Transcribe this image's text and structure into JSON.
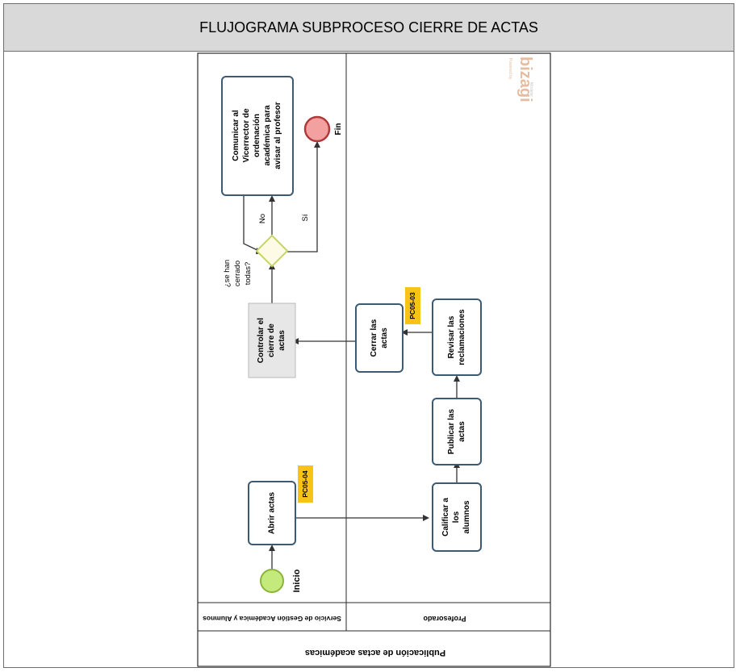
{
  "page_title": "FLUJOGRAMA SUBPROCESO CIERRE DE ACTAS",
  "pool_title": "Publicación de actas académicas",
  "lanes": {
    "servicio": "Servicio de Gestión Académica y Alumnos",
    "profesorado": "Profesorado"
  },
  "nodes": {
    "inicio": "Inicio",
    "abrir_actas": "Abrir actas",
    "abrir_badge": "PC05-04",
    "calificar": [
      "Calificar a",
      "los",
      "alumnos"
    ],
    "publicar": [
      "Publicar las",
      "actas"
    ],
    "revisar": [
      "Revisar las",
      "reclamaciones"
    ],
    "cerrar": [
      "Cerrar las",
      "actas"
    ],
    "cerrar_badge": "PC05-03",
    "controlar": [
      "Controlar el",
      "cierre de",
      "actas"
    ],
    "decision": [
      "¿se han",
      "cerrado",
      "todas?"
    ],
    "comunicar": [
      "Comunicar al",
      "Vicerrector de",
      "ordenación",
      "académica para",
      "avisar al profesor"
    ],
    "fin": "Fin"
  },
  "edge_labels": {
    "no": "No",
    "si": "Sí"
  },
  "watermark": {
    "powered": "Powered by",
    "brand": "bizagi",
    "modeler": "Modeler"
  },
  "colors": {
    "start_fill": "#c5ea7c",
    "start_stroke": "#8bb43c",
    "end_fill": "#f3a0a0",
    "end_stroke": "#b03a3a",
    "badge": "#f7c316",
    "task_stroke": "#3d5a73",
    "task_fill": "#ffffff",
    "controlar_fill": "#e7e7e7",
    "gateway_fill": "#fdfbe6",
    "gateway_stroke": "#c6d56a",
    "watermark": "#e6bda0"
  }
}
